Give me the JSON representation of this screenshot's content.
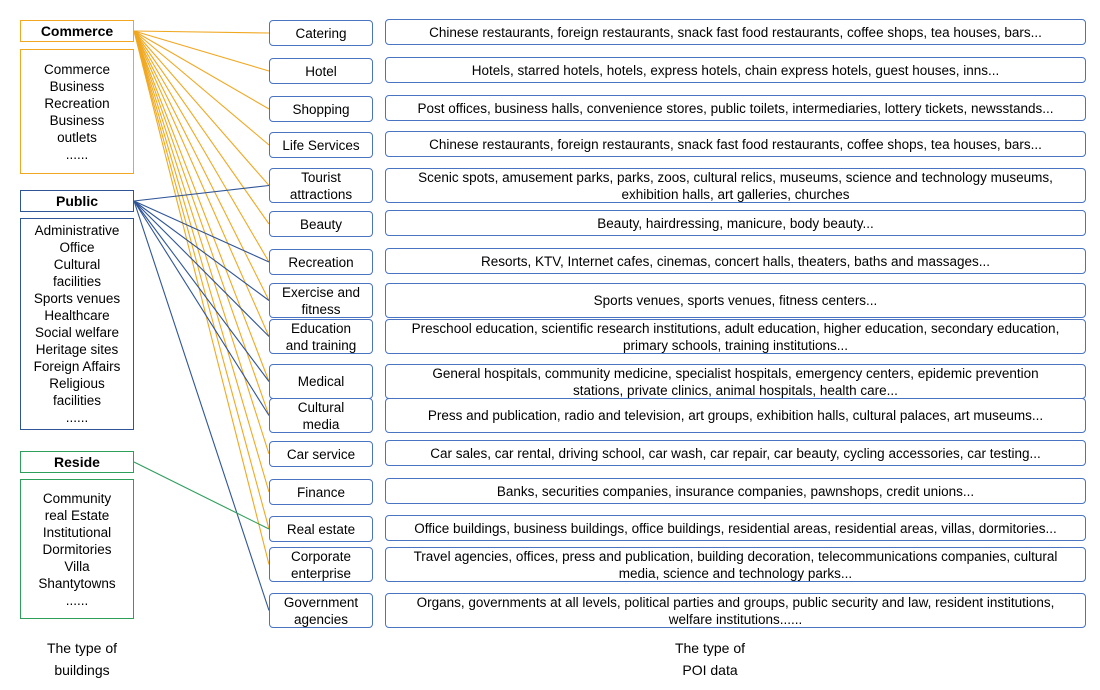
{
  "colors": {
    "commerce": "#f0a820",
    "public": "#2f5597",
    "reside": "#2e9e5b",
    "poi_border": "#4a73c2"
  },
  "groups": [
    {
      "title": "Commerce",
      "items": [
        "Commerce",
        "Business",
        "Recreation",
        "Business",
        "outlets",
        "......"
      ]
    },
    {
      "title": "Public",
      "items": [
        "Administrative",
        "Office",
        "Cultural",
        "facilities",
        "Sports venues",
        "Healthcare",
        "Social welfare",
        "Heritage sites",
        "Foreign Affairs",
        "Religious",
        "facilities",
        "......"
      ]
    },
    {
      "title": "Reside",
      "items": [
        "Community",
        "real Estate",
        "Institutional",
        "Dormitories",
        "Villa",
        "Shantytowns",
        "......"
      ]
    }
  ],
  "poi": [
    {
      "category": "Catering",
      "description": "Chinese restaurants, foreign restaurants, snack fast food restaurants, coffee shops, tea houses, bars..."
    },
    {
      "category": "Hotel",
      "description": "Hotels, starred hotels, hotels, express hotels, chain express hotels, guest houses, inns..."
    },
    {
      "category": "Shopping",
      "description": "Post offices, business halls, convenience stores, public toilets,  intermediaries, lottery tickets, newsstands..."
    },
    {
      "category": "Life Services",
      "description": "Chinese restaurants, foreign restaurants, snack fast food restaurants, coffee shops, tea houses, bars..."
    },
    {
      "category": "Tourist\nattractions",
      "description": "Scenic spots, amusement parks, parks, zoos, cultural relics, museums, science and technology museums,\nexhibition halls, art galleries, churches"
    },
    {
      "category": "Beauty",
      "description": "Beauty, hairdressing, manicure, body beauty..."
    },
    {
      "category": "Recreation",
      "description": "Resorts, KTV, Internet cafes, cinemas, concert halls, theaters, baths and massages..."
    },
    {
      "category": "Exercise and\nfitness",
      "description": "Sports venues, sports venues, fitness centers..."
    },
    {
      "category": "Education\nand training",
      "description": "Preschool education, scientific research institutions, adult education, higher education, secondary education,\nprimary schools, training institutions..."
    },
    {
      "category": "Medical",
      "description": "General hospitals, community medicine, specialist hospitals, emergency centers, epidemic prevention\nstations, private clinics, animal hospitals, health care..."
    },
    {
      "category": "Cultural\nmedia",
      "description": "Press and publication, radio and television, art groups, exhibition halls, cultural palaces, art museums..."
    },
    {
      "category": "Car service",
      "description": "Car sales, car rental, driving school, car wash, car repair, car beauty, cycling accessories, car testing..."
    },
    {
      "category": "Finance",
      "description": "Banks, securities companies, insurance companies, pawnshops, credit unions..."
    },
    {
      "category": "Real estate",
      "description": "Office buildings, business buildings, office buildings, residential areas, residential areas, villas, dormitories..."
    },
    {
      "category": "Corporate\nenterprise",
      "description": "Travel agencies, offices, press and publication, building decoration, telecommunications companies, cultural\nmedia, science and technology parks..."
    },
    {
      "category": "Government\nagencies",
      "description": "Organs, governments at all levels, political parties and groups, public security and law, resident institutions,\nwelfare institutions......"
    }
  ],
  "links": {
    "Commerce": [
      "Catering",
      "Hotel",
      "Shopping",
      "Life Services",
      "Tourist attractions",
      "Beauty",
      "Recreation",
      "Exercise and fitness",
      "Education and training",
      "Medical",
      "Cultural media",
      "Car service",
      "Finance",
      "Real estate",
      "Corporate enterprise"
    ],
    "Public": [
      "Tourist attractions",
      "Recreation",
      "Exercise and fitness",
      "Education and training",
      "Medical",
      "Cultural media",
      "Government agencies"
    ],
    "Reside": [
      "Real estate"
    ]
  },
  "captions": {
    "left": "The type of\nbuildings",
    "right": "The type of\nPOI data"
  }
}
